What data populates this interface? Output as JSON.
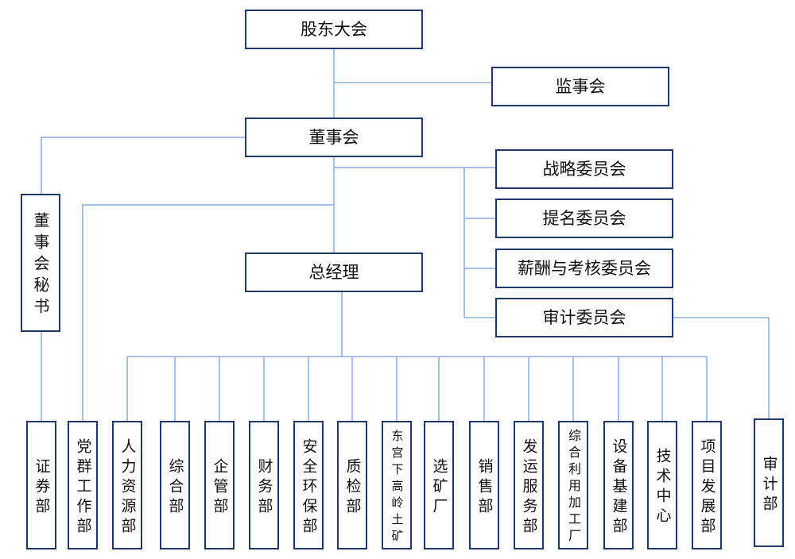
{
  "colors": {
    "box_border": "#203864",
    "connector": "#8faadc"
  },
  "nodes": {
    "shareholders_meeting": "股东大会",
    "board_of_supervisors": "监事会",
    "board_of_directors": "董事会",
    "board_secretary": "董事会秘书",
    "strategy_committee": "战略委员会",
    "nomination_committee": "提名委员会",
    "compensation_committee": "薪酬与考核委员会",
    "audit_committee": "审计委员会",
    "general_manager": "总经理",
    "securities_department": "证券部",
    "party_affairs_department": "党群工作部",
    "audit_department": "审计部"
  },
  "departments": [
    "人力资源部",
    "综合部",
    "企管部",
    "财务部",
    "安全环保部",
    "质检部",
    "东宫下高岭土矿",
    "选矿厂",
    "销售部",
    "发运服务部",
    "综合利用加工厂",
    "设备基建部",
    "技术中心",
    "项目发展部"
  ]
}
